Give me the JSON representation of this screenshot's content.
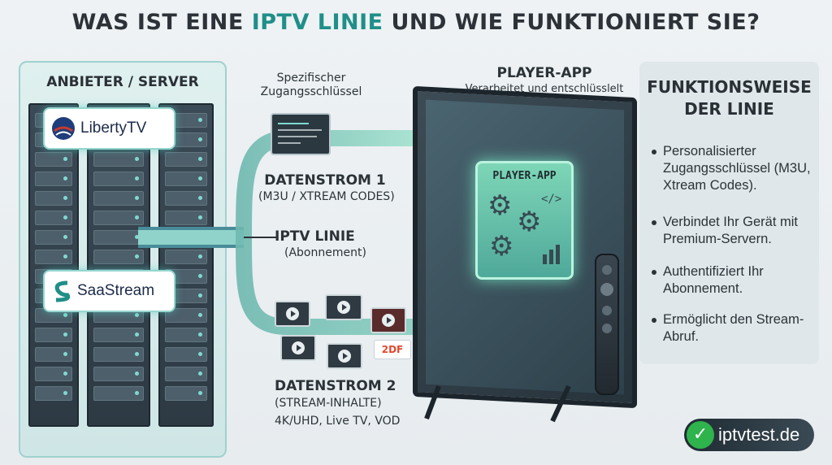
{
  "title": {
    "part1": "WAS IST EINE ",
    "accent": "IPTV LINIE",
    "part2": " UND WIE FUNKTIONIERT SIE?"
  },
  "server_panel": {
    "title": "ANBIETER / SERVER",
    "brands": [
      {
        "name": "LibertyTV"
      },
      {
        "name": "SaaStream"
      }
    ]
  },
  "flow": {
    "key_label": "Spezifischer Zugangsschlüssel",
    "datastream1": {
      "title": "DATENSTROM 1",
      "subtitle": "(M3U / XTREAM CODES)"
    },
    "iptv_line": {
      "title": "IPTV LINIE",
      "subtitle": "(Abonnement)"
    },
    "datastream2": {
      "title": "DATENSTROM 2",
      "subtitle": "(STREAM-INHALTE)",
      "detail": "4K/UHD, Live TV, VOD"
    },
    "channel_logos": [
      "2DF"
    ]
  },
  "player": {
    "title": "PLAYER-APP",
    "description": "Verarbeitet und entschlüsslelt die Linie",
    "card_label": "PLAYER-APP"
  },
  "info_panel": {
    "title": "FUNKTIONSWEISE DER LINIE",
    "bullets": [
      "Personalisierter Zugangsschlüssel (M3U, Xtream Codes).",
      "Verbindet Ihr Gerät mit Premium-Servern.",
      "Authentifiziert Ihr Abonnement.",
      "Ermöglicht den Stream-Abruf."
    ]
  },
  "watermark": {
    "text": "iptvtest.de"
  },
  "colors": {
    "accent": "#1f8f88",
    "flow_pipe": "#7fc8b8",
    "panel_border": "#9fd1cf",
    "player_glow": "#7ed6b7"
  }
}
